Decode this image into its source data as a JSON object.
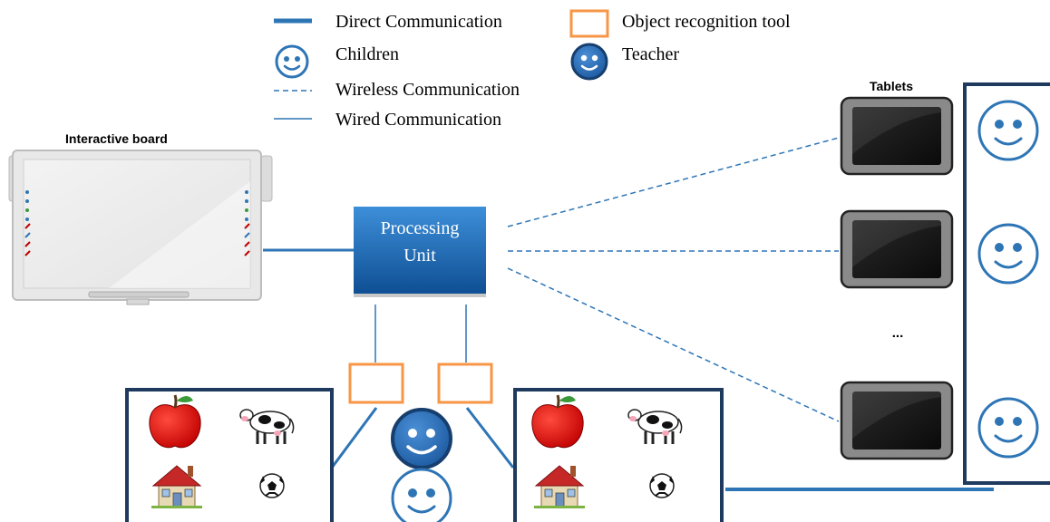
{
  "legend": {
    "direct": "Direct Communication",
    "children": "Children",
    "wireless": "Wireless Communication",
    "wired": "Wired Communication",
    "object_tool": "Object recognition tool",
    "teacher": "Teacher"
  },
  "board": {
    "label": "Interactive board"
  },
  "processing_unit": {
    "line1": "Processing",
    "line2": "Unit"
  },
  "tablets": {
    "label": "Tablets",
    "ellipsis": "..."
  },
  "colors": {
    "accent_blue": "#2e75b6",
    "dark_navy": "#1f3a5f",
    "orange": "#f79646",
    "teacher_fill": "#2e6db4"
  },
  "icons": [
    "smiley-icon",
    "teacher-icon",
    "apple-icon",
    "cow-icon",
    "house-icon",
    "soccer-ball-icon",
    "tablet-icon"
  ]
}
